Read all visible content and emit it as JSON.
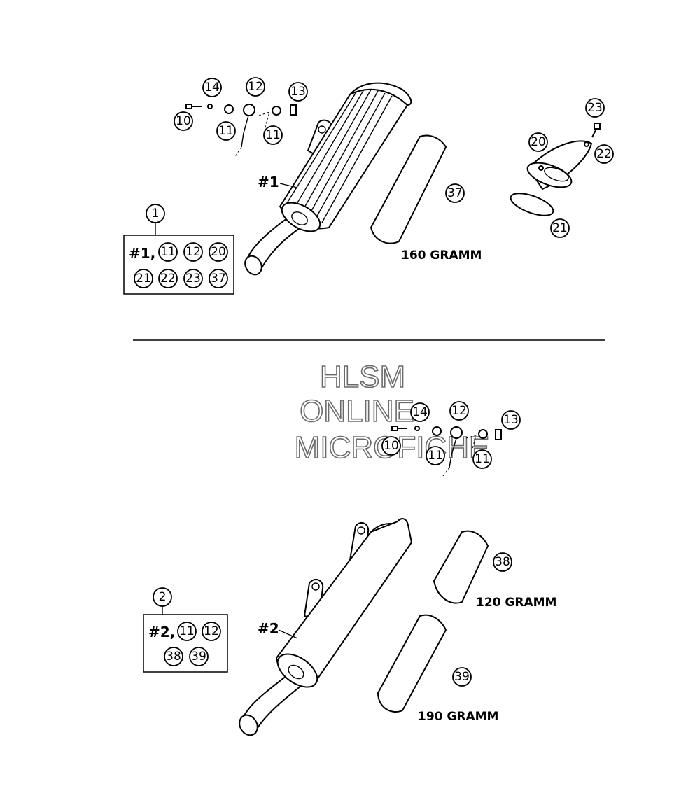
{
  "watermark": {
    "line1": "HLSM",
    "line2": "ONLINE",
    "line3": "MICROFICHE"
  },
  "assembly1": {
    "main_label": "#1",
    "kit_callout": "1",
    "kit_box_prefix": "#1,",
    "kit_box_items": [
      "11",
      "12",
      "20",
      "21",
      "22",
      "23",
      "37"
    ],
    "packing_weight": "160 GRAMM",
    "callouts": {
      "bolt": "10",
      "washer_left": "11",
      "bracket": "12",
      "nut": "13",
      "pin": "14",
      "washer_right": "11",
      "end_cap": "20",
      "gasket": "21",
      "cap_washer": "22",
      "cap_bolt": "23",
      "packing": "37"
    }
  },
  "assembly2": {
    "main_label": "#2",
    "kit_callout": "2",
    "kit_box_prefix": "#2,",
    "kit_box_items": [
      "11",
      "12",
      "38",
      "39"
    ],
    "packing_weight_a": "120 GRAMM",
    "packing_weight_b": "190 GRAMM",
    "callouts": {
      "bolt": "10",
      "washer_left": "11",
      "bracket": "12",
      "nut": "13",
      "pin": "14",
      "washer_right": "11",
      "packing_a": "38",
      "packing_b": "39"
    }
  }
}
